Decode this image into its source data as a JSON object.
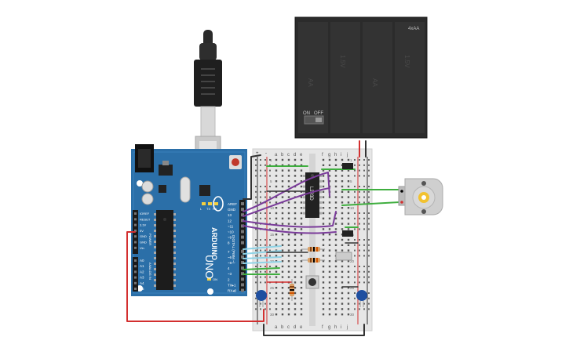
{
  "arduino": {
    "brand": "ARDUINO",
    "model": "UNO",
    "pin_header_labels": [
      "AREF",
      "GND",
      "13",
      "12",
      "~11",
      "~10",
      "~9",
      "8",
      "7",
      "~6",
      "~5",
      "4",
      "~3",
      "2",
      "TX▸1",
      "RX◂0"
    ],
    "digital_label": "DIGITAL (PWM ~)",
    "power_labels": [
      "IOREF",
      "RESET",
      "3.3V",
      "5V",
      "GND",
      "GND",
      "Vin"
    ],
    "power_header": "POWER",
    "analog_labels": [
      "A0",
      "A1",
      "A2",
      "A3",
      "A4",
      "A5"
    ],
    "analog_header": "ANALOG IN",
    "led_labels": [
      "L",
      "TX",
      "RX",
      "ON"
    ]
  },
  "breadboard": {
    "column_letters_left": [
      "a",
      "b",
      "c",
      "d",
      "e"
    ],
    "column_letters_right": [
      "f",
      "g",
      "h",
      "i",
      "j"
    ],
    "row_numbers": [
      "1",
      "5",
      "10",
      "15",
      "20",
      "25",
      "30"
    ],
    "rail_signs": [
      "+",
      "-"
    ]
  },
  "chip": {
    "label": "L293D"
  },
  "battery": {
    "label": "4xAA",
    "switch_off": "OFF",
    "switch_on": "ON",
    "cell_marks": [
      "AA",
      "1.5V"
    ]
  },
  "colors": {
    "board_blue": "#2b6fa8",
    "breadboard": "#e6e6e6",
    "wire_purple": "#7a3b9a",
    "wire_green": "#3fae3f",
    "wire_cyan": "#8fd3e6",
    "wire_red": "#d32f2f",
    "wire_black": "#333333",
    "battery_body": "#2b2b2b"
  }
}
